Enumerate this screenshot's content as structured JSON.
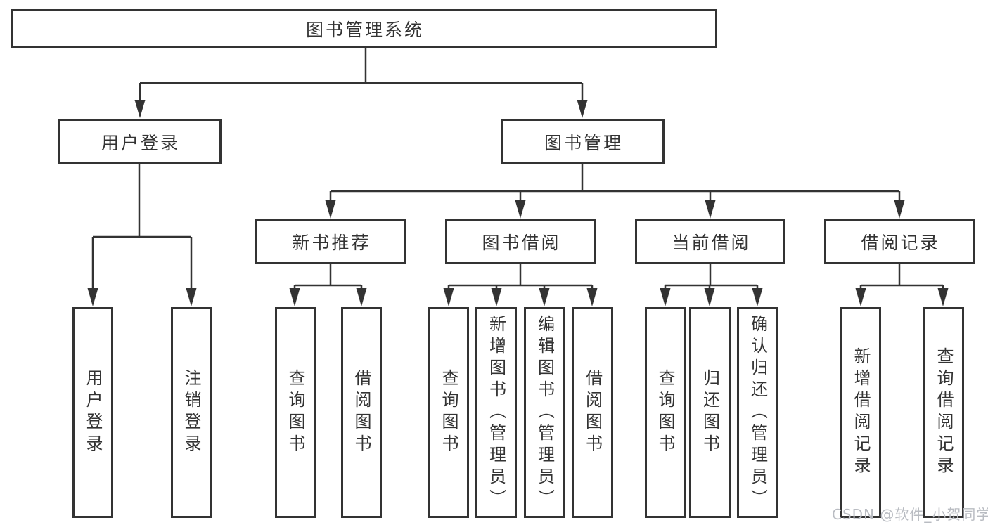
{
  "diagram": {
    "title": "图书管理系统",
    "tree": {
      "root": {
        "label": "图书管理系统",
        "children": [
          {
            "label": "用户登录",
            "children": [
              {
                "label": "用户登录"
              },
              {
                "label": "注销登录"
              }
            ]
          },
          {
            "label": "图书管理",
            "children": [
              {
                "label": "新书推荐",
                "children": [
                  {
                    "label": "查询图书"
                  },
                  {
                    "label": "借阅图书"
                  }
                ]
              },
              {
                "label": "图书借阅",
                "children": [
                  {
                    "label": "查询图书"
                  },
                  {
                    "label": "新增图书（管理员）"
                  },
                  {
                    "label": "编辑图书（管理员）"
                  },
                  {
                    "label": "借阅图书"
                  }
                ]
              },
              {
                "label": "当前借阅",
                "children": [
                  {
                    "label": "查询图书"
                  },
                  {
                    "label": "归还图书"
                  },
                  {
                    "label": "确认归还（管理员）"
                  }
                ]
              },
              {
                "label": "借阅记录",
                "children": [
                  {
                    "label": "新增借阅记录"
                  },
                  {
                    "label": "查询借阅记录"
                  }
                ]
              }
            ]
          }
        ]
      }
    },
    "colors": {
      "box_border": "#333333",
      "line": "#333333",
      "text": "#333333",
      "background": "#ffffff",
      "watermark_text": "#b9bcc2"
    }
  },
  "watermark": {
    "text": "CSDN @软件_小贺同学"
  }
}
